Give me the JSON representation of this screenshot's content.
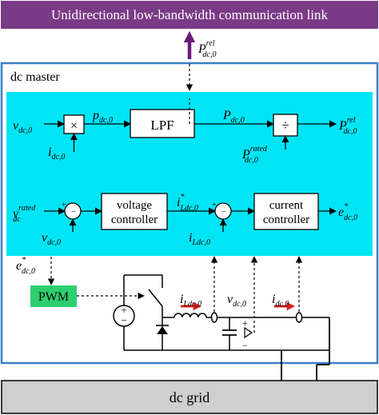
{
  "header": {
    "title": "Unidirectional low-bandwidth communication link"
  },
  "master": {
    "label": "dc master"
  },
  "grid": {
    "label": "dc grid"
  },
  "blocks": {
    "lpf": "LPF",
    "multiply": "×",
    "divide": "÷",
    "voltage_controller": [
      "voltage",
      "controller"
    ],
    "current_controller": [
      "current",
      "controller"
    ],
    "pwm": "PWM",
    "sum_sign": "+",
    "sum_minus": "−"
  },
  "signals": {
    "p_rel_out": {
      "base": "P",
      "sub": "dc,0",
      "sup": "rel"
    },
    "v_dc0_in": {
      "base": "v",
      "sub": "dc,0"
    },
    "i_dc0_in": {
      "base": "i",
      "sub": "dc,0"
    },
    "p_dc0_small": {
      "base": "p",
      "sub": "dc,0"
    },
    "p_dc0_big": {
      "base": "P",
      "sub": "dc,0"
    },
    "p_rated": {
      "base": "P",
      "sub": "dc,0",
      "sup": "rated"
    },
    "p_rel_right": {
      "base": "P",
      "sub": "dc,0",
      "sup": "rel"
    },
    "v_rated": {
      "base": "v",
      "sub": "dc",
      "sup": "rated"
    },
    "v_dc0_fb": {
      "base": "v",
      "sub": "dc,0"
    },
    "i_ref": {
      "base": "i",
      "sub": "Ldc,0",
      "sup": "*"
    },
    "i_ldc0_fb": {
      "base": "i",
      "sub": "Ldc,0"
    },
    "e_out": {
      "base": "e",
      "sub": "dc,0",
      "sup": "*"
    },
    "e_pwm": {
      "base": "e",
      "sub": "dc,0",
      "sup": "*"
    },
    "i_l_meas": {
      "base": "i",
      "sub": "Ldc,0"
    },
    "v_meas": {
      "base": "v",
      "sub": "dc,0"
    },
    "i_meas": {
      "base": "i",
      "sub": "dc,0"
    }
  },
  "circuit": {
    "src_plus": "+",
    "src_minus": "−",
    "cap_plus": "+",
    "cap_minus": "−"
  },
  "colors": {
    "header_bg": "#7a3a86",
    "master_border": "#3a7fc8",
    "control_bg": "#00e5f5",
    "pwm_bg": "#2ecf6f",
    "grid_bg": "#cfcfcf",
    "arrow_purple": "#6a1b7a",
    "current_arrow": "#e02020"
  }
}
